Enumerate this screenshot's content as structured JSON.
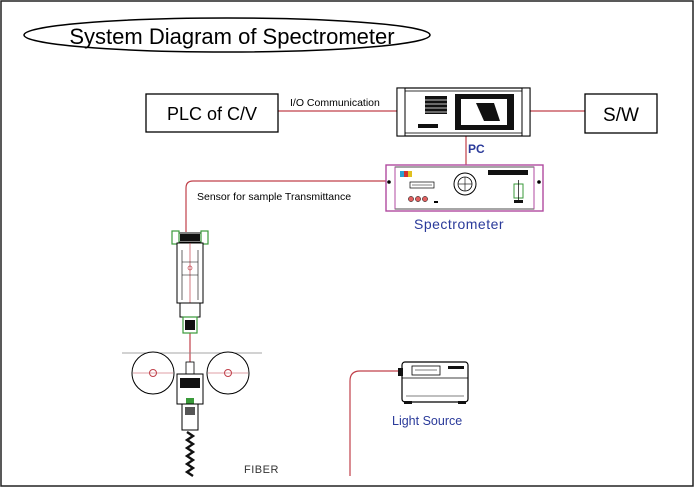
{
  "title": "System Diagram of Spectrometer",
  "boxes": {
    "plc": "PLC of C/V",
    "sw": "S/W"
  },
  "labels": {
    "io_comm": "I/O Communication",
    "pc": "PC",
    "sensor": "Sensor for sample Transmittance",
    "spectrometer": "Spectrometer",
    "light_source": "Light Source",
    "fiber": "FIBER"
  },
  "colors": {
    "wire": "#c0404a",
    "caption_blue": "#2a3a9a",
    "spectro_frame": "#b04aa0",
    "sensor_green": "#3a9a3a"
  }
}
